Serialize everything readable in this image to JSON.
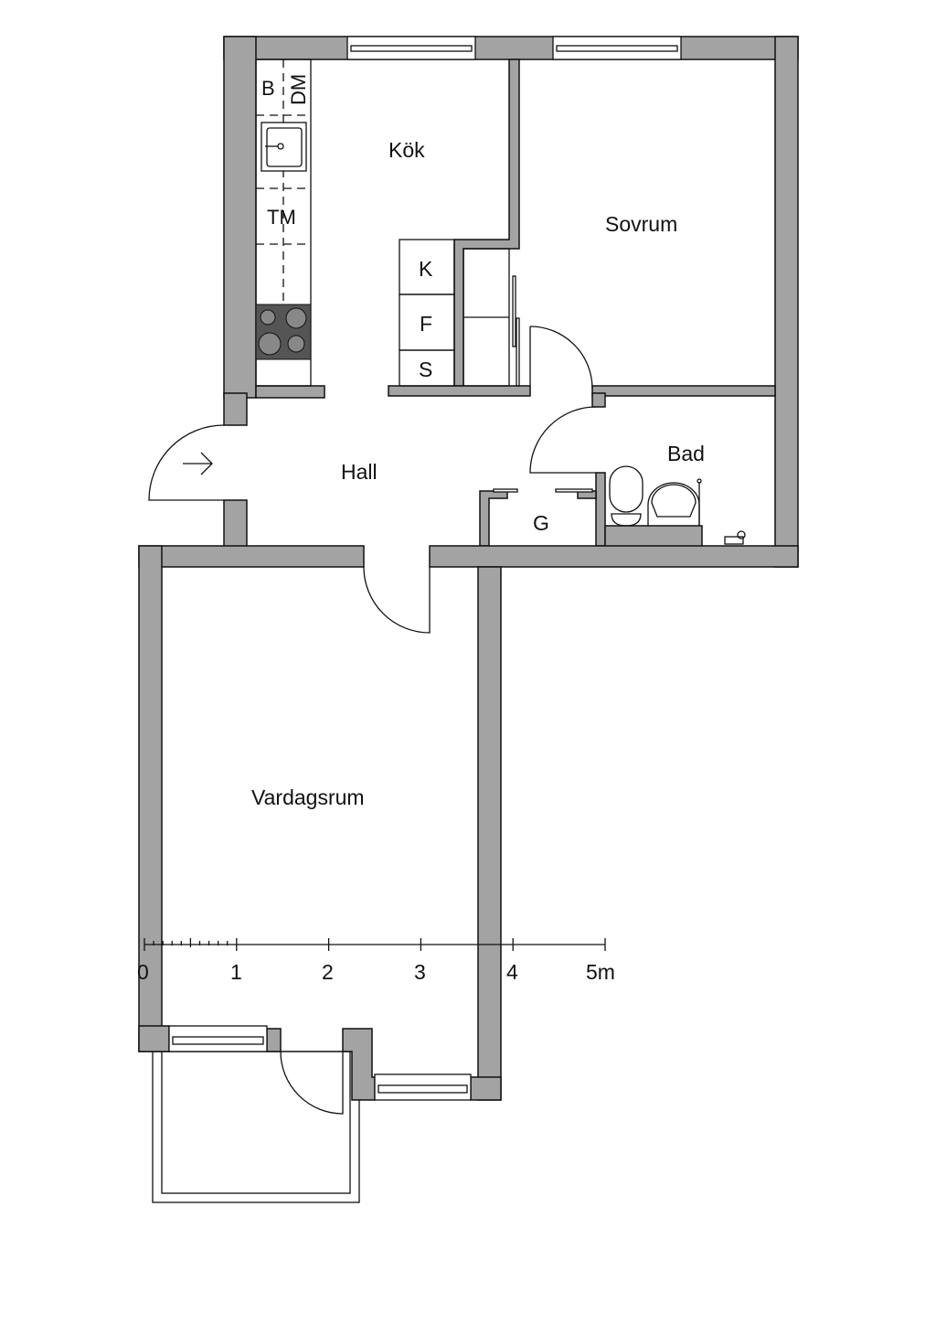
{
  "rooms": {
    "kitchen": "Kök",
    "bedroom": "Sovrum",
    "hall": "Hall",
    "bathroom": "Bad",
    "living_room": "Vardagsrum",
    "closet": "G"
  },
  "fixtures": {
    "b": "B",
    "dm": "DM",
    "tm": "TM",
    "k": "K",
    "f": "F",
    "s": "S"
  },
  "scale": {
    "ticks": [
      "0",
      "1",
      "2",
      "3",
      "4",
      "5m"
    ]
  },
  "colors": {
    "wall": "#a3a3a3",
    "stove": "#555555"
  }
}
